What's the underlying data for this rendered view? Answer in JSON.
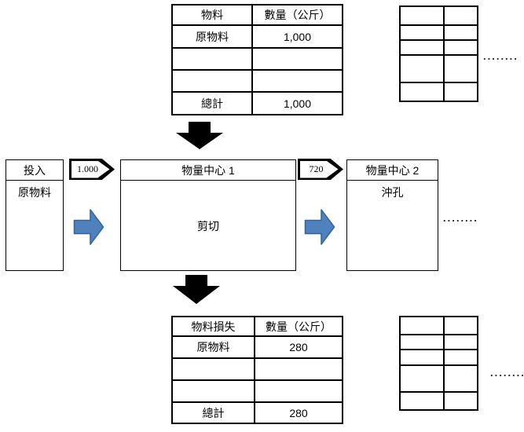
{
  "diagram": {
    "top_table": {
      "col_headers": [
        "物料",
        "數量（公斤）"
      ],
      "rows": [
        {
          "label": "原物料",
          "value": "1,000"
        },
        {
          "label": "",
          "value": ""
        },
        {
          "label": "",
          "value": ""
        },
        {
          "label": "總計",
          "value": "1,000"
        }
      ]
    },
    "bottom_table": {
      "col_headers": [
        "物料損失",
        "數量（公斤）"
      ],
      "rows": [
        {
          "label": "原物料",
          "value": "280"
        },
        {
          "label": "",
          "value": ""
        },
        {
          "label": "",
          "value": ""
        },
        {
          "label": "總計",
          "value": "280"
        }
      ]
    },
    "input_box": {
      "title": "投入",
      "material": "原物料"
    },
    "quantity_center_1": {
      "title": "物量中心 1",
      "process": "剪切"
    },
    "quantity_center_2": {
      "title": "物量中心 2",
      "process": "沖孔"
    },
    "flow_labels": {
      "input_qty": "1.000",
      "output_qty": "720"
    },
    "ellipsis": {
      "top": "........",
      "middle": "........",
      "bottom": "........"
    },
    "colors": {
      "blue_arrow_fill": "#4f81bd",
      "blue_arrow_border": "#3a6598",
      "black_arrow": "#000000"
    }
  }
}
